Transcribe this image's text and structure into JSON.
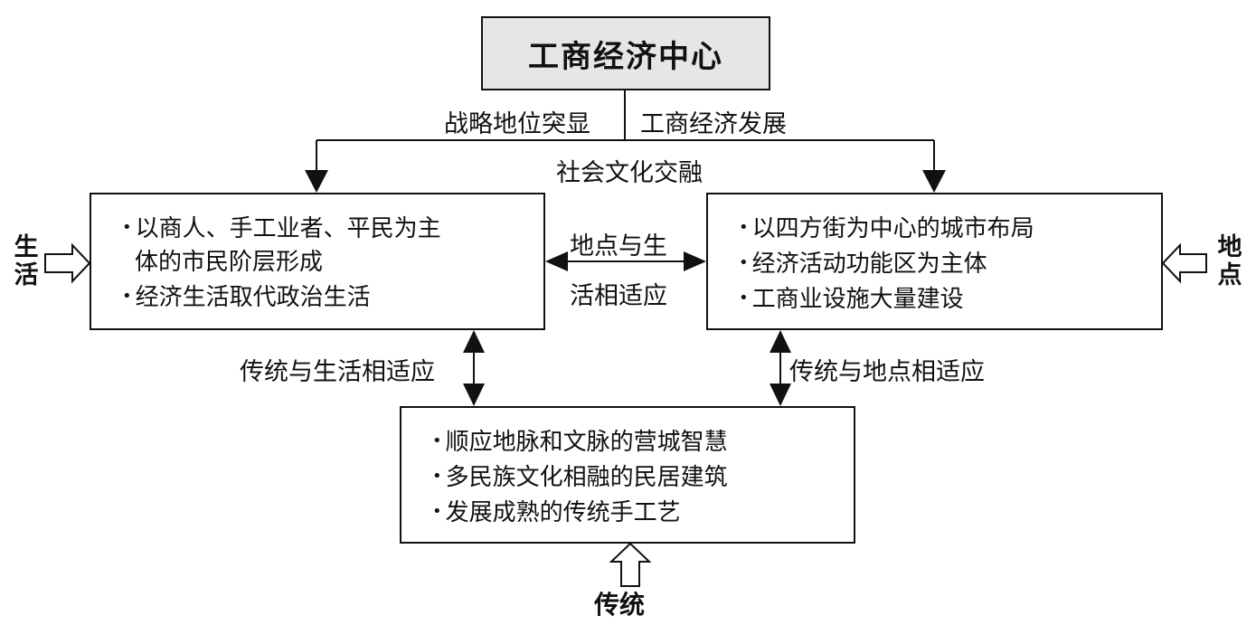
{
  "diagram": {
    "center_node": {
      "title": "工商经济中心"
    },
    "top_connector_labels": {
      "left": "战略地位突显",
      "right": "工商经济发展",
      "below": "社会文化交融"
    },
    "life_node": {
      "items": [
        {
          "bullet": "•",
          "line1": "以商人、手工业者、平民为主",
          "line2": "体的市民阶层形成"
        },
        {
          "bullet": "•",
          "line1": "经济生活取代政治生活"
        }
      ],
      "input_label": "生活"
    },
    "place_node": {
      "items": [
        {
          "bullet": "•",
          "line1": "以四方街为中心的城市布局"
        },
        {
          "bullet": "•",
          "line1": "经济活动功能区为主体"
        },
        {
          "bullet": "•",
          "line1": "工商业设施大量建设"
        }
      ],
      "input_label": "地点"
    },
    "tradition_node": {
      "items": [
        {
          "bullet": "•",
          "line1": "顺应地脉和文脉的营城智慧"
        },
        {
          "bullet": "•",
          "line1": "多民族文化相融的民居建筑"
        },
        {
          "bullet": "•",
          "line1": "发展成熟的传统手工艺"
        }
      ],
      "input_label": "传统"
    },
    "relations": {
      "life_place_line1": "地点与生",
      "life_place_line2": "活相适应",
      "tradition_life": "传统与生活相适应",
      "tradition_place": "传统与地点相适应"
    },
    "input_label_chars": {
      "life": [
        "生",
        "活"
      ],
      "place": [
        "地",
        "点"
      ]
    }
  }
}
